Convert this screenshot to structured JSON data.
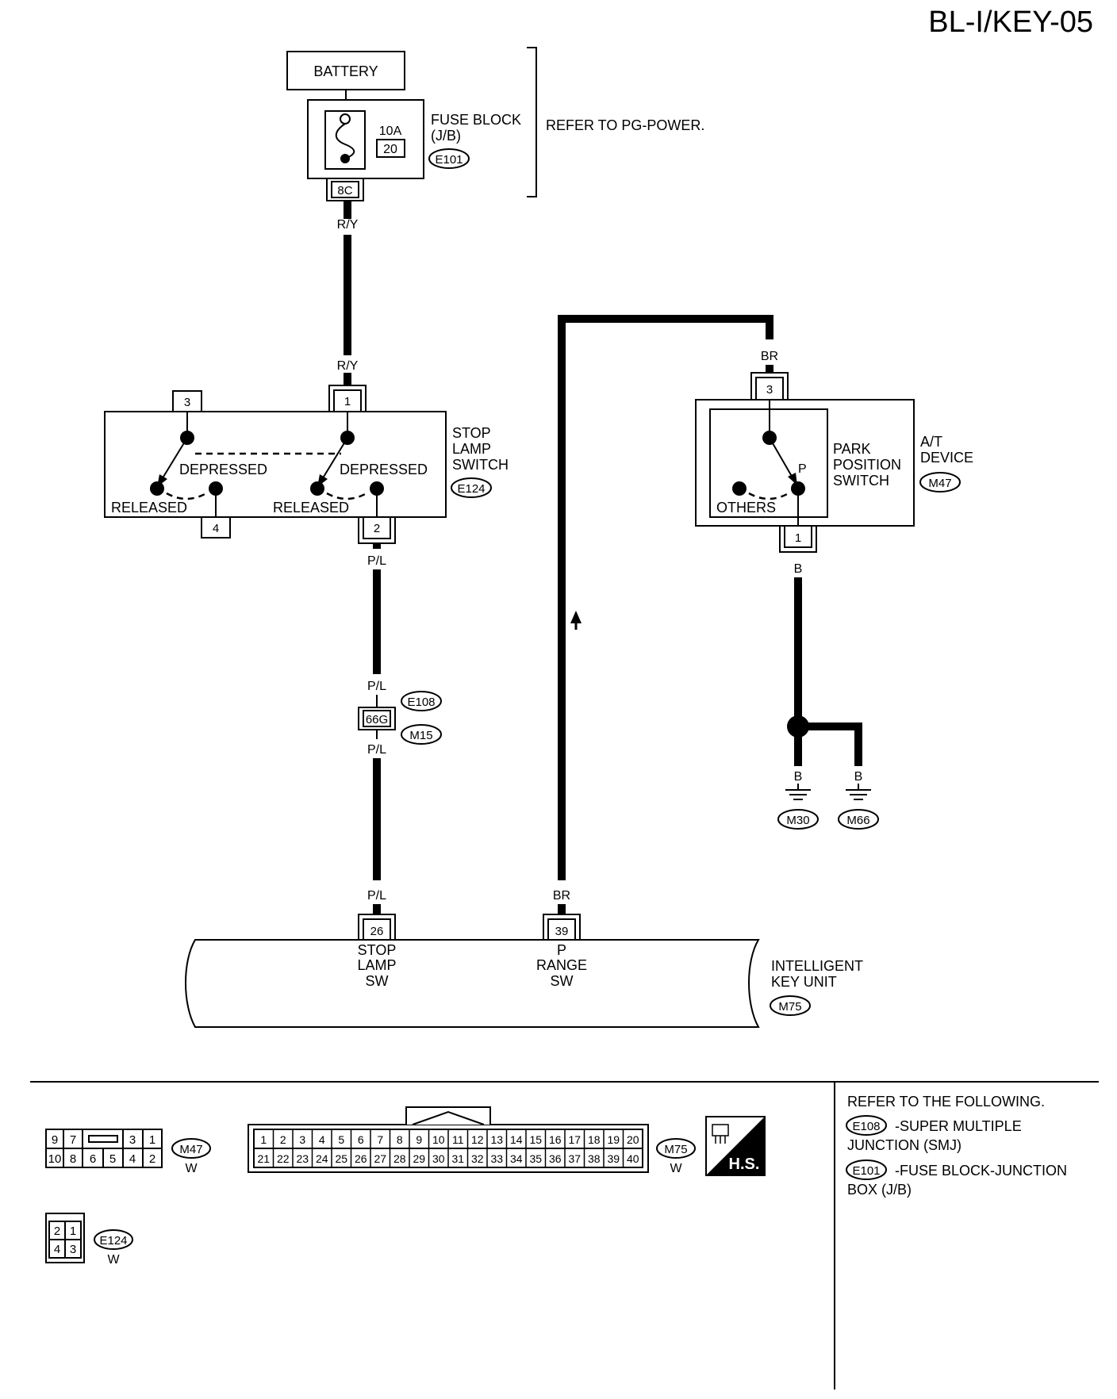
{
  "page_code": "BL-I/KEY-05",
  "battery": {
    "label": "BATTERY"
  },
  "fuse_block": {
    "fuse_rating": "10A",
    "fuse_number": "20",
    "name_line1": "FUSE BLOCK",
    "name_line2": "(J/B)",
    "connector": "E101",
    "terminal": "8C",
    "refer": "REFER TO PG-POWER."
  },
  "wires": {
    "fuse_out": "R/Y",
    "stop_in": "R/Y",
    "stop_out": "P/L",
    "smj_in": "P/L",
    "smj_out": "P/L",
    "ikey_stop": "P/L",
    "ikey_p": "BR",
    "park_in": "BR",
    "park_out": "B",
    "ground1": "B",
    "ground2": "B"
  },
  "stop_lamp_switch": {
    "name_line1": "STOP",
    "name_line2": "LAMP",
    "name_line3": "SWITCH",
    "connector": "E124",
    "pin_3": "3",
    "pin_1": "1",
    "pin_4": "4",
    "pin_2": "2",
    "left_depressed": "DEPRESSED",
    "left_released": "RELEASED",
    "right_depressed": "DEPRESSED",
    "right_released": "RELEASED"
  },
  "smj": {
    "terminal": "66G",
    "connector_top": "E108",
    "connector_bottom": "M15"
  },
  "park_switch": {
    "pin_in": "3",
    "pin_out": "1",
    "p_label": "P",
    "others_label": "OTHERS",
    "name_line1": "PARK",
    "name_line2": "POSITION",
    "name_line3": "SWITCH",
    "device_line1": "A/T",
    "device_line2": "DEVICE",
    "connector": "M47"
  },
  "grounds": {
    "g1": "M30",
    "g2": "M66"
  },
  "intelligent_key": {
    "pin_stop": "26",
    "stop_line1": "STOP",
    "stop_line2": "LAMP",
    "stop_line3": "SW",
    "pin_p": "39",
    "p_line1": "P",
    "p_line2": "RANGE",
    "p_line3": "SW",
    "name_line1": "INTELLIGENT",
    "name_line2": "KEY UNIT",
    "connector": "M75"
  },
  "connector_views": {
    "m47": {
      "name": "M47",
      "color": "W",
      "top_row": [
        "9",
        "7",
        "3",
        "1"
      ],
      "bottom_row": [
        "10",
        "8",
        "6",
        "5",
        "4",
        "2"
      ]
    },
    "m75": {
      "name": "M75",
      "color": "W",
      "top_row": [
        "1",
        "2",
        "3",
        "4",
        "5",
        "6",
        "7",
        "8",
        "9",
        "10",
        "11",
        "12",
        "13",
        "14",
        "15",
        "16",
        "17",
        "18",
        "19",
        "20"
      ],
      "bottom_row": [
        "21",
        "22",
        "23",
        "24",
        "25",
        "26",
        "27",
        "28",
        "29",
        "30",
        "31",
        "32",
        "33",
        "34",
        "35",
        "36",
        "37",
        "38",
        "39",
        "40"
      ]
    },
    "e124": {
      "name": "E124",
      "color": "W",
      "top_row": [
        "2",
        "1"
      ],
      "bottom_row": [
        "4",
        "3"
      ]
    },
    "hs_label": "H.S."
  },
  "refer_notes": {
    "heading": "REFER TO THE FOLLOWING.",
    "item1_code": "E108",
    "item1_line1": "-SUPER MULTIPLE",
    "item1_line2": "JUNCTION (SMJ)",
    "item2_code": "E101",
    "item2_line1": "-FUSE BLOCK-JUNCTION",
    "item2_line2": "BOX (J/B)"
  },
  "colors": {
    "ink": "#000000",
    "paper": "#ffffff"
  }
}
